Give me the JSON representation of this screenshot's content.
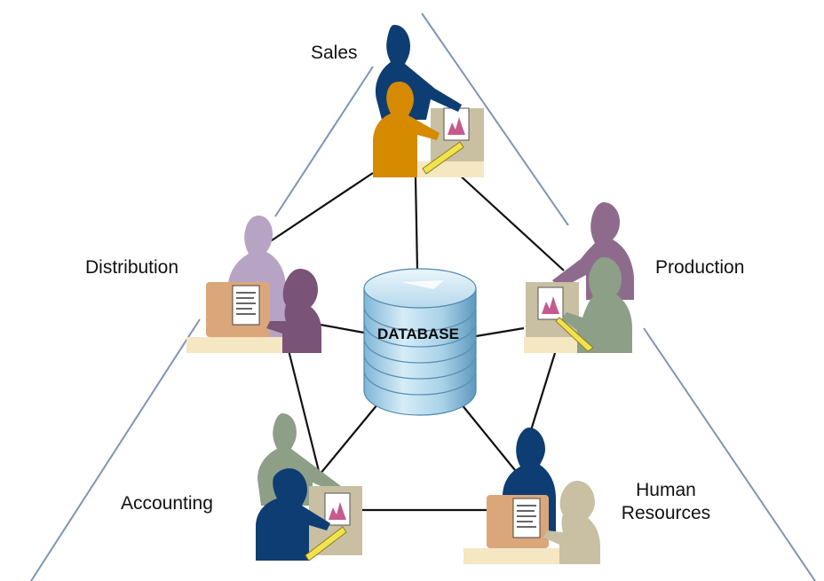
{
  "database": {
    "label": "DATABASE"
  },
  "departments": {
    "sales": "Sales",
    "distribution": "Distribution",
    "production": "Production",
    "accounting": "Accounting",
    "hr_line1": "Human",
    "hr_line2": "Resources"
  },
  "colors": {
    "frame": "#8094b8",
    "link": "#111111",
    "db_top": "#dceef8",
    "db_body": "#9ccbe4",
    "navy": "#0e3d73",
    "orange": "#d68a00",
    "lavender": "#b7a3c4",
    "plum": "#7a5378",
    "sage": "#8d9f86",
    "tan": "#c9bfa3",
    "monitor": "#dba67a",
    "desk": "#f4e7c2"
  },
  "icons": [
    "sales-workers-icon",
    "distribution-workers-icon",
    "production-workers-icon",
    "accounting-workers-icon",
    "hr-workers-icon",
    "database-cylinder-icon"
  ]
}
